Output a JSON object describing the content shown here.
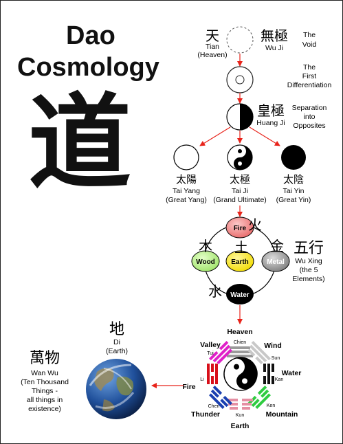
{
  "title": {
    "line1": "Dao",
    "line2": "Cosmology",
    "glyph": "道"
  },
  "colors": {
    "arrow": "#e8231a",
    "fire": "#f07f7f",
    "wood": "#b8f08a",
    "earth": "#ffee00",
    "metal": "#9a9a9a",
    "water": "#000000"
  },
  "tian": {
    "glyph": "天",
    "name": "Tian",
    "gloss": "(Heaven)"
  },
  "wuji": {
    "glyph": "無極",
    "name": "Wu Ji",
    "desc": [
      "The",
      "Void"
    ]
  },
  "first_diff": {
    "desc": [
      "The",
      "First",
      "Differentiation"
    ]
  },
  "huangji": {
    "glyph": "皇極",
    "name": "Huang Ji",
    "desc": [
      "Separation",
      "into",
      "Opposites"
    ]
  },
  "taiyang": {
    "glyph": "太陽",
    "name": "Tai Yang",
    "gloss": "(Great Yang)"
  },
  "taiji": {
    "glyph": "太極",
    "name": "Tai Ji",
    "gloss": "(Grand Ultimate)"
  },
  "taiyin": {
    "glyph": "太陰",
    "name": "Tai Yin",
    "gloss": "(Great Yin)"
  },
  "elements": {
    "fire": {
      "label": "Fire",
      "glyph": "火"
    },
    "wood": {
      "label": "Wood",
      "glyph": "木"
    },
    "earth": {
      "label": "Earth",
      "glyph": "土"
    },
    "metal": {
      "label": "Metal",
      "glyph": "金"
    },
    "water": {
      "label": "Water",
      "glyph": "水"
    }
  },
  "wuxing": {
    "glyph": "五行",
    "name": "Wu Xing",
    "gloss": [
      "(the 5",
      "Elements)"
    ]
  },
  "bagua": {
    "outer": {
      "heaven": "Heaven",
      "wind": "Wind",
      "water": "Water",
      "mountain": "Mountain",
      "earth": "Earth",
      "thunder": "Thunder",
      "fire": "Fire",
      "valley": "Valley"
    },
    "inner": {
      "chien": "Chien",
      "sun": "Sun",
      "kan": "Kan",
      "ken": "Ken",
      "kun": "Kun",
      "chen": "Chen",
      "li": "Li",
      "tui": "Tui"
    }
  },
  "di": {
    "glyph": "地",
    "name": "Di",
    "gloss": "(Earth)"
  },
  "wanwu": {
    "glyph": "萬物",
    "name": "Wan Wu",
    "gloss": [
      "(Ten Thousand",
      "Things -",
      "all things in",
      "existence)"
    ]
  }
}
